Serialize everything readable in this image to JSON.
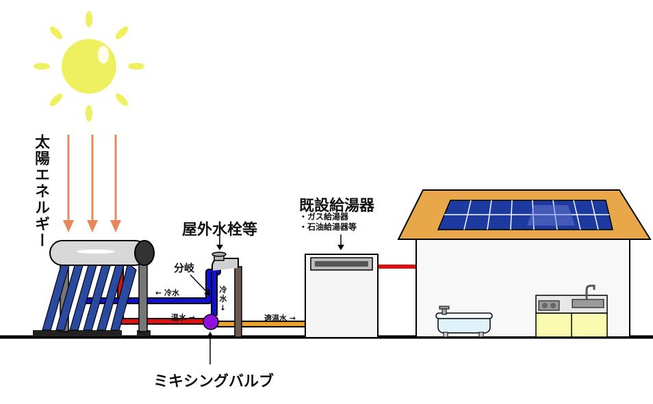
{
  "labels": {
    "solar_energy": "太陽エネルギー",
    "outdoor_faucet": "屋外水栓等",
    "branch": "分岐",
    "cold_water_left": "← 冷水",
    "cold_water_vertical": "冷水↓",
    "hot_water": "温水 →",
    "proper_temp_water": "適温水 →",
    "existing_water_heater": "既設給湯器",
    "gas_heater": "・ガス給湯器",
    "oil_heater": "・石油給湯器等",
    "mixing_valve": "ミキシングバルブ"
  },
  "colors": {
    "cold_pipe": "#1010d0",
    "hot_pipe": "#e01010",
    "mixed_pipe": "#f0a020",
    "valve": "#9010e0",
    "sun": "#eef060",
    "sun_rays_arrows": "#e8875a",
    "roof": "#e8a84a",
    "solar_panel": "#1c3aa0",
    "kitchen_cabinet": "#fafab0",
    "collector_tube": "#2a4aa0"
  }
}
